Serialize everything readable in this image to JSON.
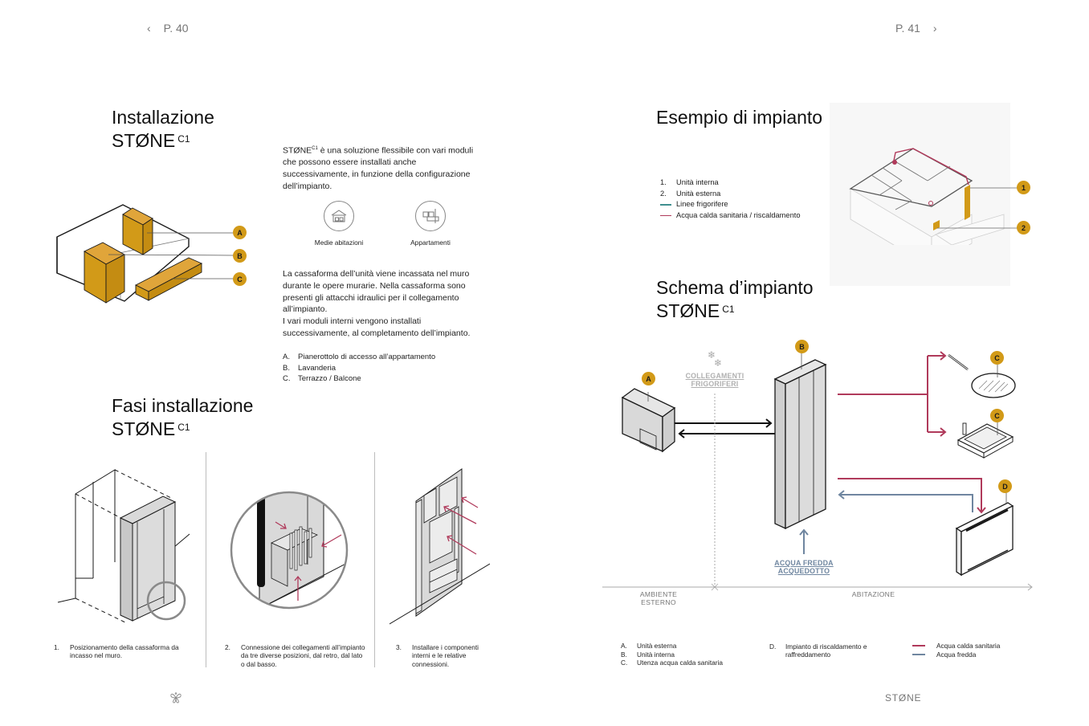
{
  "left_page": {
    "nav": {
      "prev_icon": "chevron-left-icon",
      "page_label": "P. 40"
    },
    "install": {
      "title_line1": "Installazione",
      "title_line2": "STØNE",
      "title_sup": "C1",
      "intro_brand": "STØNE",
      "intro_sup": "C1",
      "intro_text": " è una soluzione flessibile con vari moduli che possono essere installati anche successivamente, in funzione della configurazione dell’impianto.",
      "categories": [
        {
          "icon": "house-icon",
          "label": "Medie abitazioni"
        },
        {
          "icon": "apartment-icon",
          "label": "Appartamenti"
        }
      ],
      "body_p1": "La cassaforma dell’unità viene incassata nel muro durante le opere murarie. Nella cassaforma sono presenti gli attacchi idraulici per il collegamento all’impianto.",
      "body_p2": "I vari moduli interni vengono installati successivamente, al completamento dell’impianto.",
      "locations": [
        {
          "marker": "A.",
          "text": "Pianerottolo di accesso all’appartamento"
        },
        {
          "marker": "B.",
          "text": "Lavanderia"
        },
        {
          "marker": "C.",
          "text": "Terrazzo / Balcone"
        }
      ],
      "diagram_badges": [
        "A",
        "B",
        "C"
      ]
    },
    "phases": {
      "title_line1": "Fasi installazione",
      "title_line2": "STØNE",
      "title_sup": "C1",
      "steps": [
        {
          "marker": "1.",
          "text": "Posizionamento della cassaforma da incasso nel muro."
        },
        {
          "marker": "2.",
          "text": "Connessione dei collegamenti all’impianto da tre diverse posizioni, dal retro, dal lato o dal basso."
        },
        {
          "marker": "3.",
          "text": "Installare i componenti interni e le relative connessioni."
        }
      ]
    },
    "footer_logo": "butterfly-logo-icon"
  },
  "right_page": {
    "nav": {
      "page_label": "P. 41",
      "next_icon": "chevron-right-icon"
    },
    "example": {
      "title": "Esempio di impianto",
      "legend": [
        {
          "marker": "1.",
          "text": "Unità interna"
        },
        {
          "marker": "2.",
          "text": "Unità esterna"
        },
        {
          "marker": "line",
          "color": "#3f8f8f",
          "text": "Linee frigorifere"
        },
        {
          "marker": "line",
          "color": "#b03a5b",
          "text": "Acqua calda sanitaria / riscaldamento"
        }
      ],
      "badges": [
        "1",
        "2"
      ]
    },
    "schema": {
      "title_line1": "Schema d’impianto",
      "title_line2": "STØNE",
      "title_sup": "C1",
      "badges": {
        "a": "A",
        "b": "B",
        "c": "C",
        "d": "D"
      },
      "refrigerant_label_1": "COLLEGAMENTI",
      "refrigerant_label_2": "FRIGORIFERI",
      "cold_water_label_1": "ACQUA FREDDA",
      "cold_water_label_2": "ACQUEDOTTO",
      "zone_outside_1": "AMBIENTE",
      "zone_outside_2": "ESTERNO",
      "zone_inside": "ABITAZIONE",
      "legend_items": [
        {
          "marker": "A.",
          "text": "Unità esterna"
        },
        {
          "marker": "B.",
          "text": "Unità interna"
        },
        {
          "marker": "C.",
          "text": "Utenza acqua calda sanitaria"
        }
      ],
      "legend_d": {
        "marker": "D.",
        "text": "Impianto di riscaldamento e raffreddamento"
      },
      "line_legend": [
        {
          "color": "#b03a5b",
          "text": "Acqua calda sanitaria"
        },
        {
          "color": "#6f86a0",
          "text": "Acqua fredda"
        }
      ]
    },
    "footer_brand": "STØNE"
  },
  "colors": {
    "accent_gold": "#d29a18",
    "hot_water": "#b03a5b",
    "cold_water": "#6f86a0",
    "refrigerant": "#3f8f8f"
  }
}
